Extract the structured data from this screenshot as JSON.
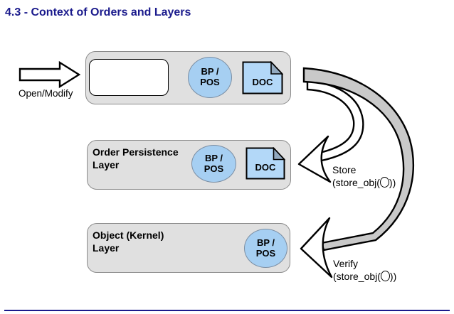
{
  "title": "4.3 - Context of Orders and Layers",
  "open_arrow": {
    "label": "Open/Modify"
  },
  "layers": [
    {
      "circle1": "BP /",
      "circle2": "POS",
      "doc": "DOC"
    },
    {
      "line1": "Order Persistence",
      "line2": "Layer",
      "circle1": "BP /",
      "circle2": "POS",
      "doc": "DOC"
    },
    {
      "line1": "Object (Kernel)",
      "line2": "Layer",
      "circle1": "BP /",
      "circle2": "POS"
    }
  ],
  "store_arrow": {
    "label": "Store",
    "sub_pre": "(store_obj(",
    "sub_post": "))"
  },
  "verify_arrow": {
    "label": "Verify",
    "sub_pre": "(store_obj(",
    "sub_post": "))"
  },
  "colors": {
    "title": "#1a1a8c",
    "layer_fill": "#e0e0e0",
    "layer_border": "#8a8a8a",
    "circle_fill": "#a6cff2",
    "doc_fill": "#b3d8f8",
    "doc_fold": "#92a9bf",
    "verify_band": "#c9c9c9",
    "footer_rule": "#1a1a8c"
  }
}
